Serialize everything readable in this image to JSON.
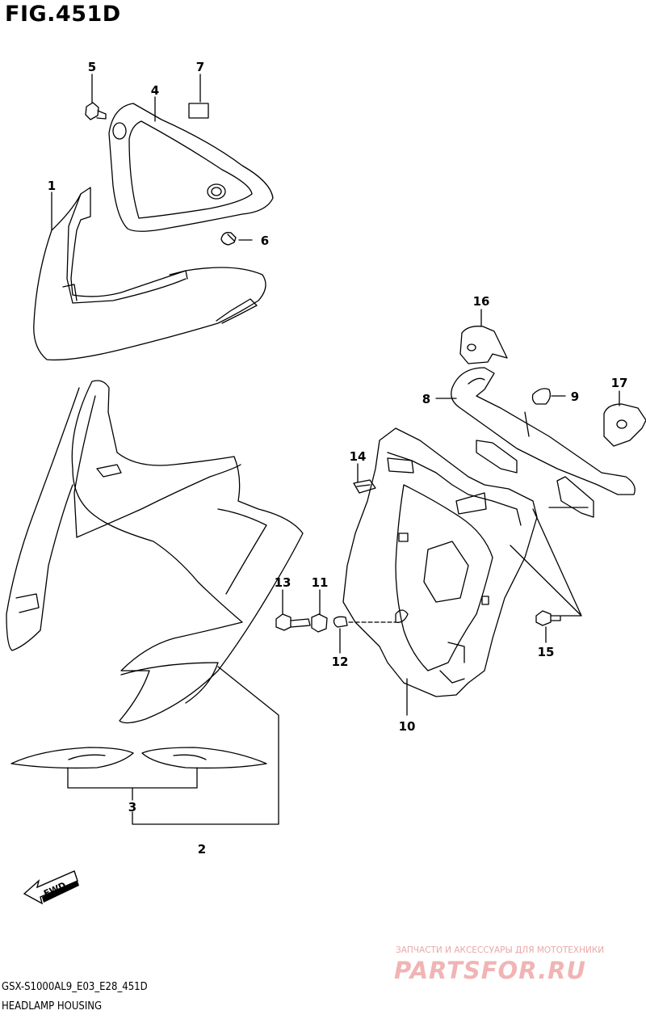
{
  "figure": {
    "title": "FIG.451D"
  },
  "callouts": [
    {
      "id": "1",
      "label": "1"
    },
    {
      "id": "2",
      "label": "2"
    },
    {
      "id": "3",
      "label": "3"
    },
    {
      "id": "4",
      "label": "4"
    },
    {
      "id": "5",
      "label": "5"
    },
    {
      "id": "6",
      "label": "6"
    },
    {
      "id": "7",
      "label": "7"
    },
    {
      "id": "8",
      "label": "8"
    },
    {
      "id": "9",
      "label": "9"
    },
    {
      "id": "10",
      "label": "10"
    },
    {
      "id": "11",
      "label": "11"
    },
    {
      "id": "12",
      "label": "12"
    },
    {
      "id": "13",
      "label": "13"
    },
    {
      "id": "14",
      "label": "14"
    },
    {
      "id": "15",
      "label": "15"
    },
    {
      "id": "16",
      "label": "16"
    },
    {
      "id": "17",
      "label": "17"
    }
  ],
  "direction_marker": {
    "label": "FWD"
  },
  "footer": {
    "model_code": "GSX-S1000AL9_E03_E28_451D",
    "section_name": "HEADLAMP HOUSING"
  },
  "watermark": {
    "tagline": "ЗАПЧАСТИ И АКСЕССУАРЫ ДЛЯ МОТОТЕХНИКИ",
    "logo_text": "PARTSFOR.RU"
  }
}
